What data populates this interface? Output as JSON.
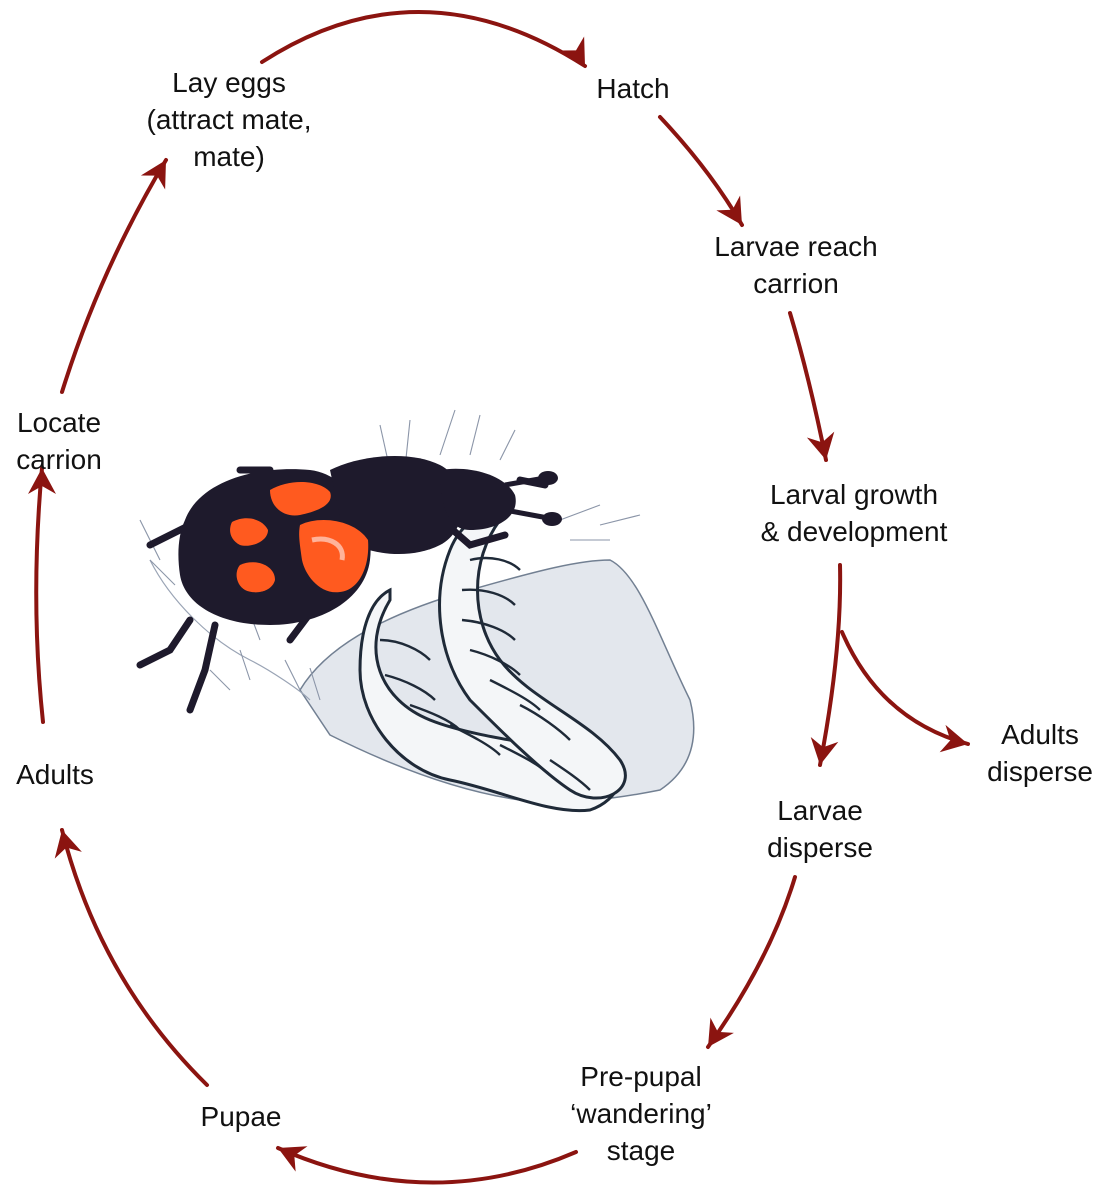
{
  "diagram": {
    "arrow_color": "#8b1410",
    "beetle_colors": {
      "body": "#1e1a2c",
      "markings": "#ff5a1f",
      "larva_outline": "#1f2a38"
    },
    "stages": [
      {
        "id": "lay-eggs",
        "lines": [
          "Lay eggs",
          "(attract mate,",
          "mate)"
        ]
      },
      {
        "id": "hatch",
        "lines": [
          "Hatch"
        ]
      },
      {
        "id": "larvae-reach-carrion",
        "lines": [
          "Larvae reach",
          "carrion"
        ]
      },
      {
        "id": "larval-growth",
        "lines": [
          "Larval growth",
          "& development"
        ]
      },
      {
        "id": "adults-disperse",
        "lines": [
          "Adults",
          "disperse"
        ]
      },
      {
        "id": "larvae-disperse",
        "lines": [
          "Larvae",
          "disperse"
        ]
      },
      {
        "id": "pre-pupal",
        "lines": [
          "Pre-pupal",
          "‘wandering’",
          "stage"
        ]
      },
      {
        "id": "pupae",
        "lines": [
          "Pupae"
        ]
      },
      {
        "id": "adults",
        "lines": [
          "Adults"
        ]
      },
      {
        "id": "locate-carrion",
        "lines": [
          "Locate",
          "carrion"
        ]
      }
    ]
  }
}
